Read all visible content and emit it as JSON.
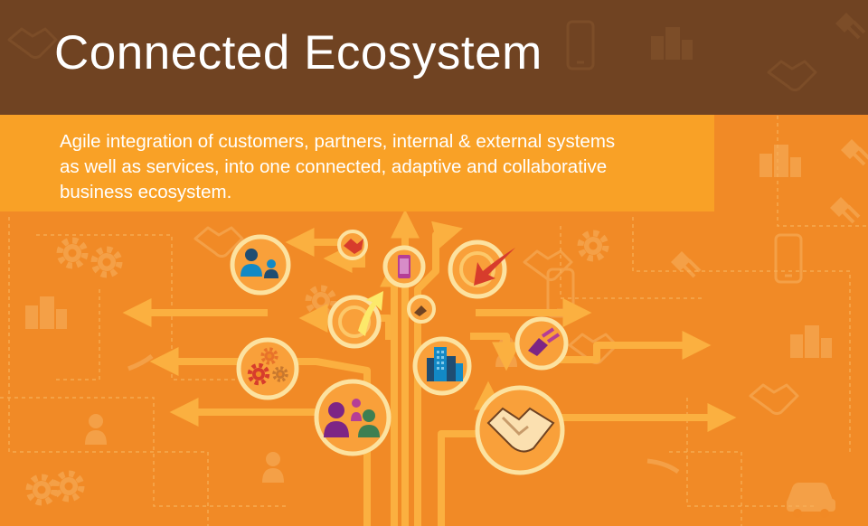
{
  "header": {
    "title": "Connected Ecosystem"
  },
  "description": {
    "lines": [
      "Agile integration of customers, partners, internal & external systems",
      "as well as services, into one connected, adaptive and collaborative",
      "business ecosystem."
    ]
  },
  "colors": {
    "header_bg": "#704322",
    "description_bg": "#F9A126",
    "background": "#F18A26",
    "arrow": "#FBB040",
    "circle_fill": "#F9A03A",
    "circle_ring": "#FCE2A0",
    "purple": "#7D2585",
    "navy": "#1F4D72",
    "teal": "#1289C5",
    "red": "#D73C2C",
    "green": "#3E7F52",
    "yellow": "#FCE96A"
  },
  "icons": [
    "handshake-icon",
    "building-icon",
    "gear-icon",
    "people-icon",
    "mobile-phone-icon",
    "car-icon",
    "plug-icon",
    "curved-arrow-icon"
  ]
}
